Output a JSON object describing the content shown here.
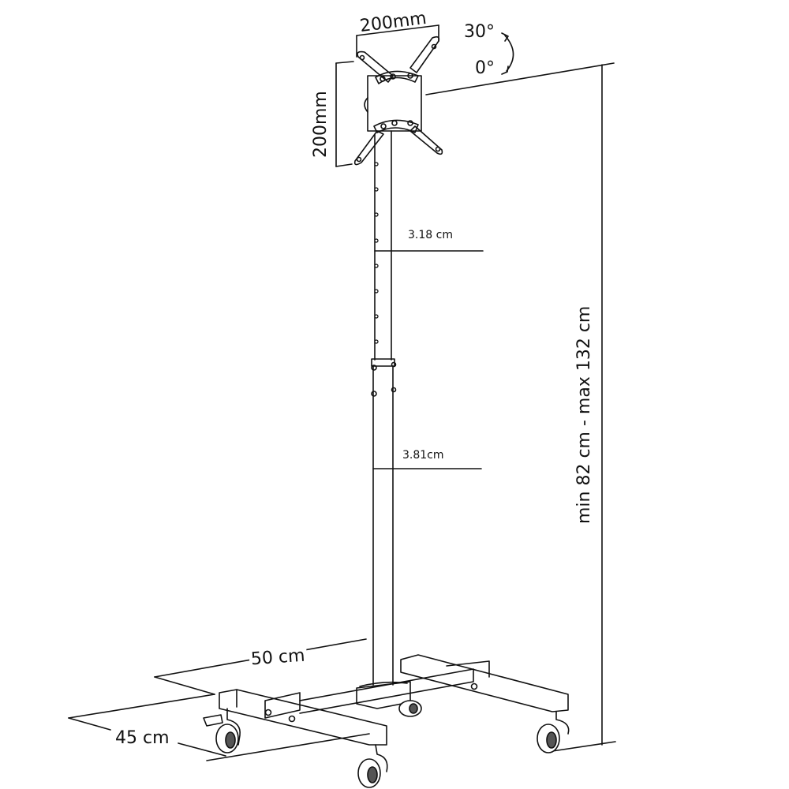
{
  "diagram": {
    "subject": "Mobile TV floor stand with VESA bracket, telescopic pole and four-castor base",
    "colors": {
      "line": "#111111",
      "background": "#ffffff",
      "wheel_fill": "#555555"
    },
    "labels": {
      "vesa_width": "200mm",
      "vesa_height": "200mm",
      "tilt_max": "30°",
      "tilt_min": "0°",
      "upper_pole_diameter": "3.18 cm",
      "lower_pole_diameter": "3.81cm",
      "height_range": "min 82 cm   -   max 132 cm",
      "base_length": "50 cm",
      "base_width": "45 cm"
    },
    "parts": [
      {
        "id": "vesa-bracket",
        "name": "VESA mounting plate with X arms"
      },
      {
        "id": "tilt-arrow",
        "name": "Tilt arc arrow 0°–30°"
      },
      {
        "id": "upper-pole",
        "name": "Upper telescopic pole with adjustment holes"
      },
      {
        "id": "pole-collar",
        "name": "Pole joint collar"
      },
      {
        "id": "lower-pole",
        "name": "Lower pole"
      },
      {
        "id": "base-frame",
        "name": "H-shaped base frame"
      },
      {
        "id": "castor-wheels",
        "name": "Four castor wheels, one with brake"
      }
    ]
  }
}
